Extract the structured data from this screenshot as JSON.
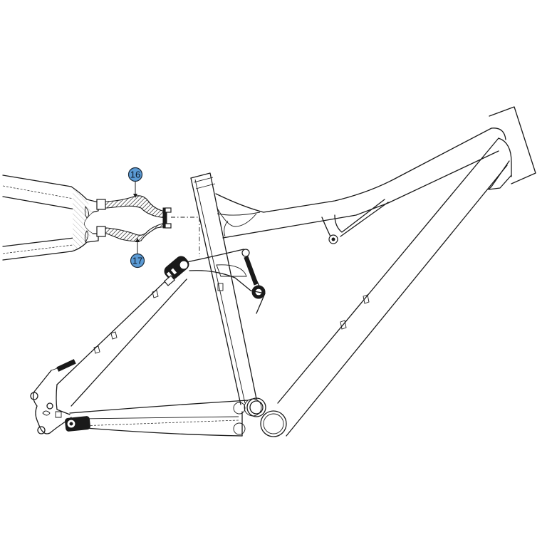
{
  "diagram": {
    "type": "exploded-parts-drawing",
    "subject": "full-suspension bicycle frame",
    "background_color": "#ffffff",
    "line_color": "#1a1a1a",
    "callout_color": "#5b9bd5",
    "callouts": [
      {
        "id": "16",
        "label": "16",
        "points_to": "upper seatstay yoke link"
      },
      {
        "id": "17",
        "label": "17",
        "points_to": "lower seatstay yoke link"
      }
    ],
    "parts": [
      "head-tube",
      "top-tube",
      "down-tube",
      "seat-tube",
      "rocker-link",
      "rear-shock",
      "seatstay",
      "chainstay",
      "bottom-bracket",
      "rear-dropout",
      "seatstay-yoke-detail"
    ]
  }
}
